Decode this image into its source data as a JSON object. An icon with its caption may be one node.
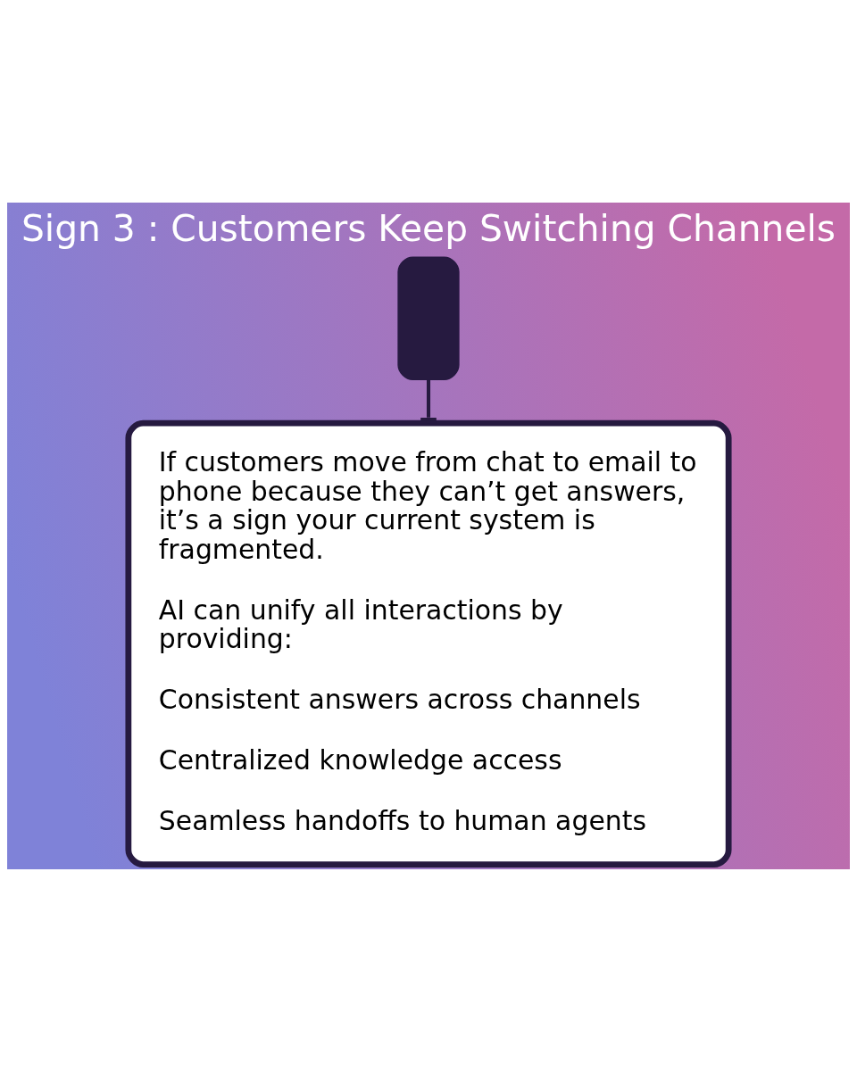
{
  "diagram": {
    "title": "Sign 3 : Customers Keep Switching Channels",
    "nodes": [
      {
        "text": [],
        "shape": "box"
      },
      {
        "text": [
          "If customers move from chat to email to phone because they can’t get answers, it’s a sign your current system is fragmented.",
          "AI can unify all interactions by providing:",
          "Consistent answers across channels",
          "Centralized knowledge access",
          "Seamless handoffs to human agents"
        ]
      }
    ],
    "edges": [
      {
        "from": 0,
        "to": 1,
        "arrow": "other"
      }
    ]
  }
}
